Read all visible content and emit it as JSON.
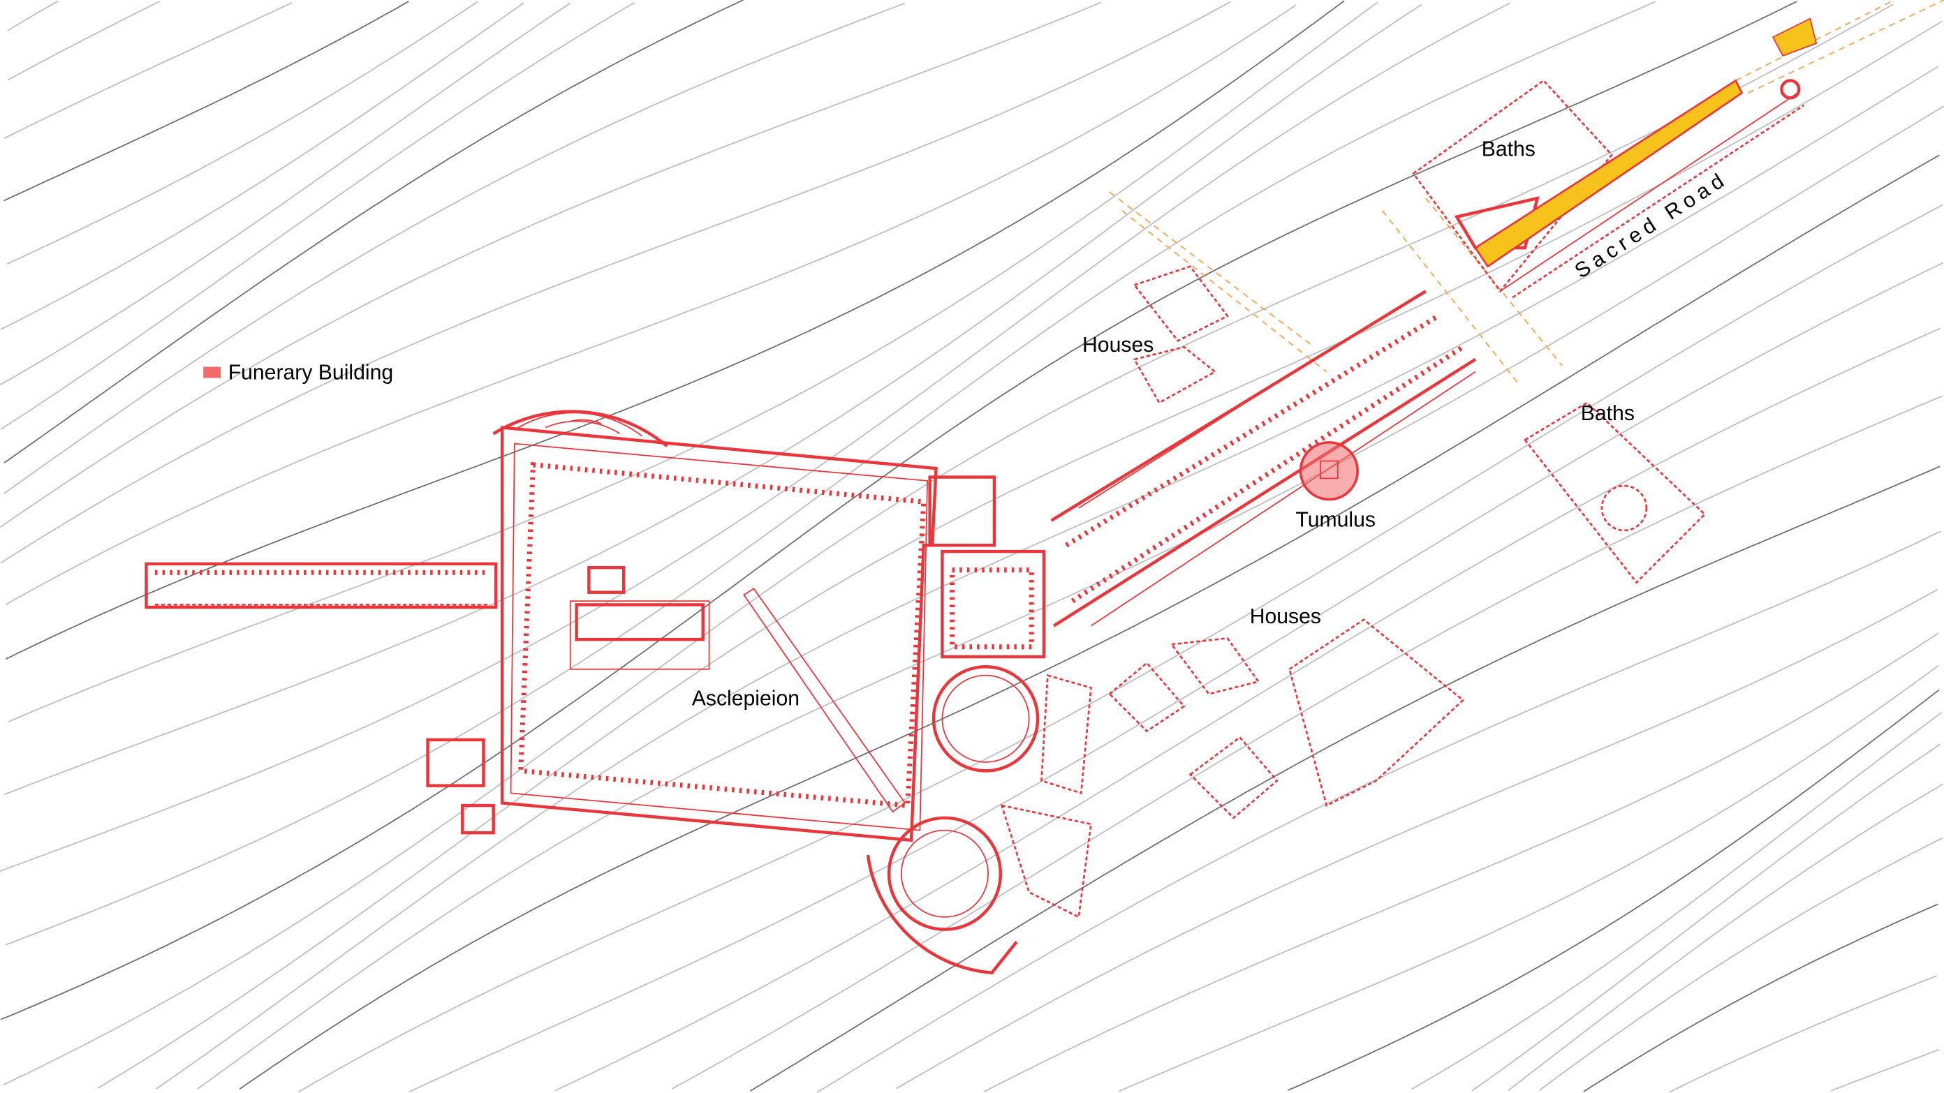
{
  "map": {
    "title_labels": {
      "asclepieion": "Asclepieion",
      "tumulus": "Tumulus",
      "houses_north": "Houses",
      "houses_south": "Houses",
      "baths_north": "Baths",
      "baths_east": "Baths",
      "sacred_road": "Sacred Road"
    },
    "legend": {
      "items": [
        {
          "label": "Funerary Building",
          "color": "#f26b6b"
        }
      ]
    },
    "colors": {
      "structures": "#e8363b",
      "funerary_fill": "#f26b6b",
      "sacred_road_colonnade": "#f7c21b",
      "projected_lines": "#f5a34a",
      "contours": "#bdbdbd",
      "major_contours": "#6d6d6d"
    }
  }
}
